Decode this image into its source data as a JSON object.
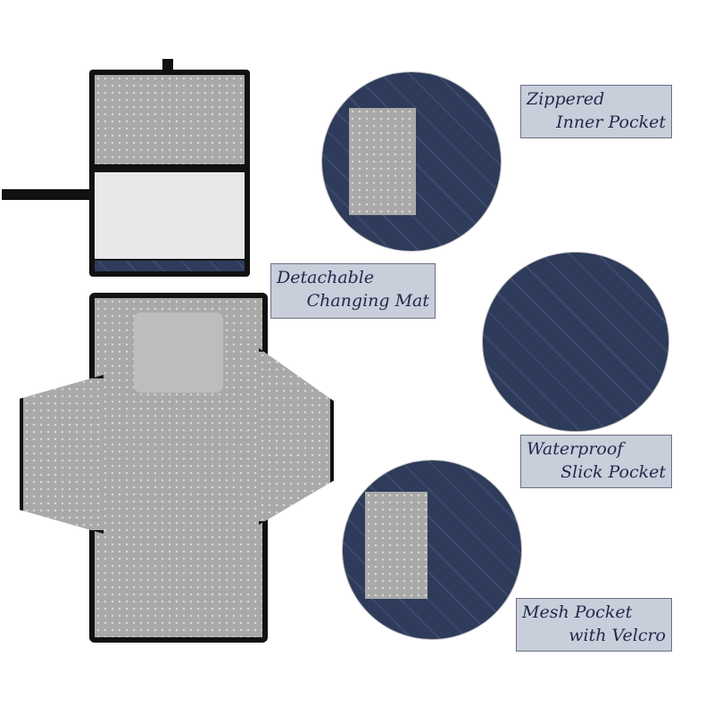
{
  "labels": [
    {
      "line1": "Zippered",
      "line2": "Inner Pocket"
    },
    {
      "line1": "Detachable",
      "line2": "Changing Mat"
    },
    {
      "line1": "Waterproof",
      "line2": "Slick Pocket"
    },
    {
      "line1": "Mesh Pocket",
      "line2": "with Velcro"
    }
  ],
  "colors": {
    "label_fill": "#c9cedb",
    "label_border": "#6b6f80",
    "label_text": "#1f2a4a",
    "mat_grey": "#a9a9a9",
    "navy": "#2e3b5a"
  }
}
